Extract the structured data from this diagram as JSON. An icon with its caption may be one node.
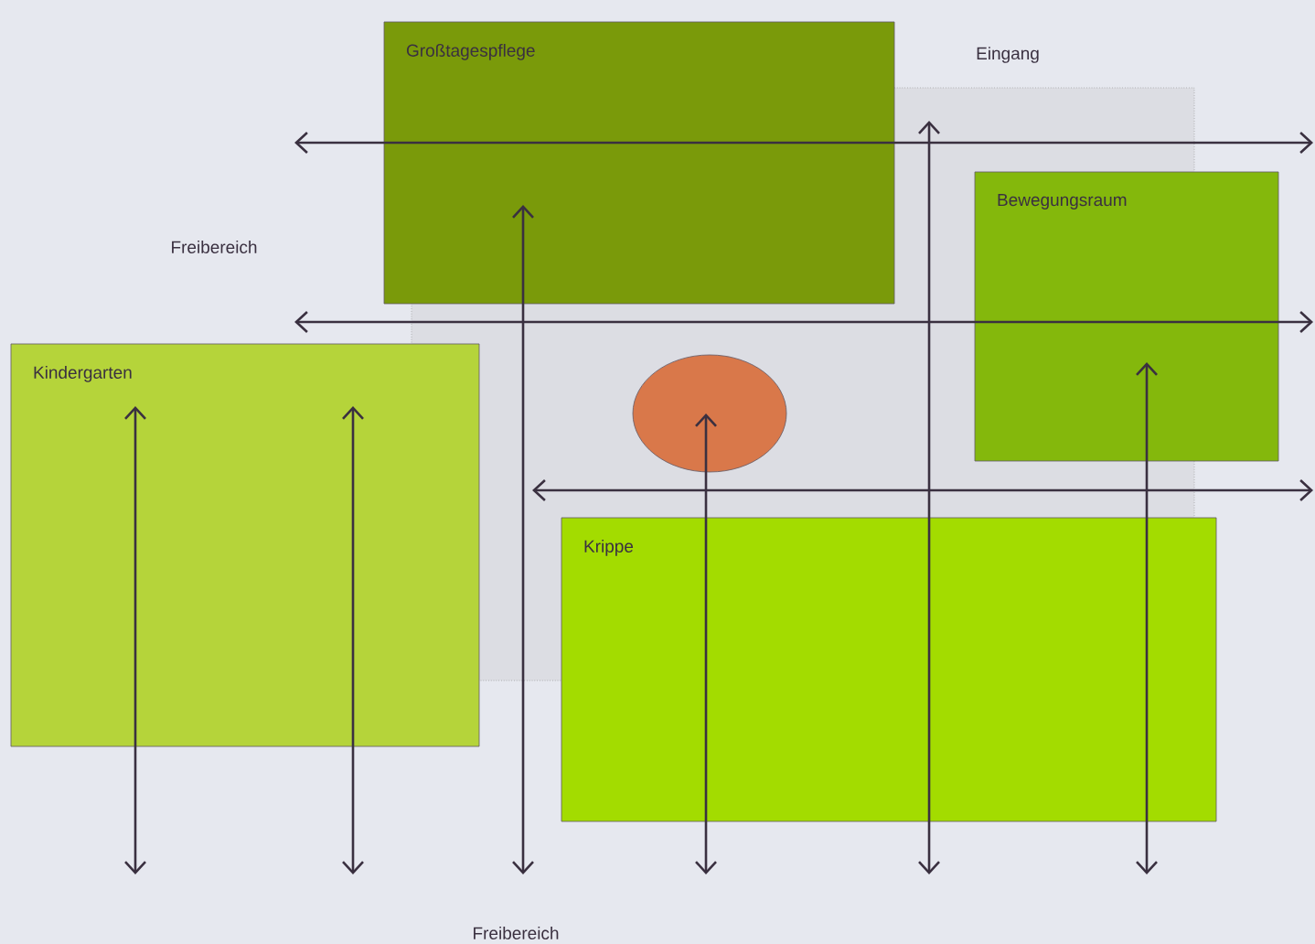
{
  "diagram": {
    "nodes": [
      {
        "text": [],
        "shape": "box"
      },
      {
        "text": [
          "Großtagespflege"
        ]
      },
      {
        "text": [
          "Bewegungsraum"
        ]
      },
      {
        "text": [
          "Kindergarten"
        ]
      },
      {
        "text": [],
        "shape": "ellipse",
        "in": 0
      },
      {
        "text": [
          "Krippe"
        ]
      }
    ],
    "edges": [],
    "labels": [
      "Eingang",
      "Freibereich",
      "Freibereich"
    ]
  }
}
